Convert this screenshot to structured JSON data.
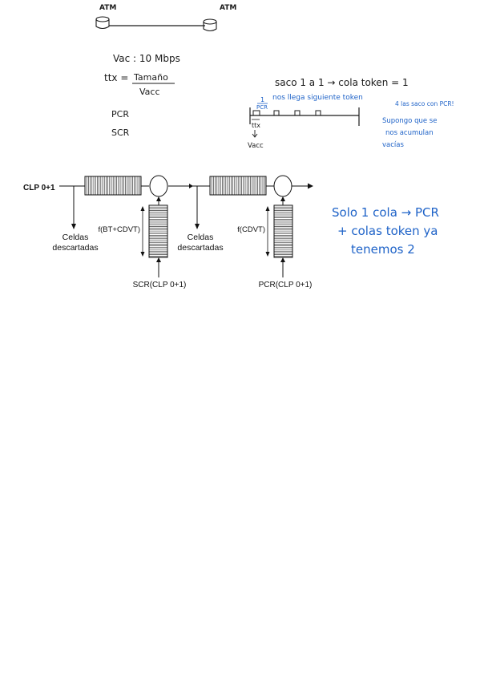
{
  "colors": {
    "ink": "#1a1a1a",
    "blue": "#1f63c8",
    "paper": "#ffffff"
  },
  "top_notes": {
    "atm_left": "ATM",
    "atm_right": "ATM",
    "vac": "Vac : 10 Mbps",
    "ttx_lhs": "ttx =",
    "ttx_num": "Tamaño",
    "ttx_den": "Vacc",
    "pcr": "PCR",
    "scr": "SCR"
  },
  "timeline_notes": {
    "header": "saco 1 a 1 → cola token = 1",
    "frac_num": "1",
    "frac_den": "PCR",
    "next_token": "nos llega siguiente token",
    "pcr_note": "4 las saco con PCR!",
    "ttx_label": "ttx",
    "vacc_label": "Vacc",
    "assume_1": "Supongo que se",
    "assume_2": "nos acumulan",
    "assume_3": "vacías"
  },
  "diagram": {
    "input_label": "CLP 0+1",
    "discard_1": [
      "Celdas",
      "descartadas"
    ],
    "discard_2": [
      "Celdas",
      "descartadas"
    ],
    "bucket_1_label": "f(BT+CDVT)",
    "bucket_2_label": "f(CDVT)",
    "rate_1": "SCR(CLP 0+1)",
    "rate_2": "PCR(CLP 0+1)"
  },
  "side_note": {
    "line_1": "Solo 1 cola → PCR",
    "line_2": "+ colas token ya",
    "line_3": "tenemos 2"
  }
}
